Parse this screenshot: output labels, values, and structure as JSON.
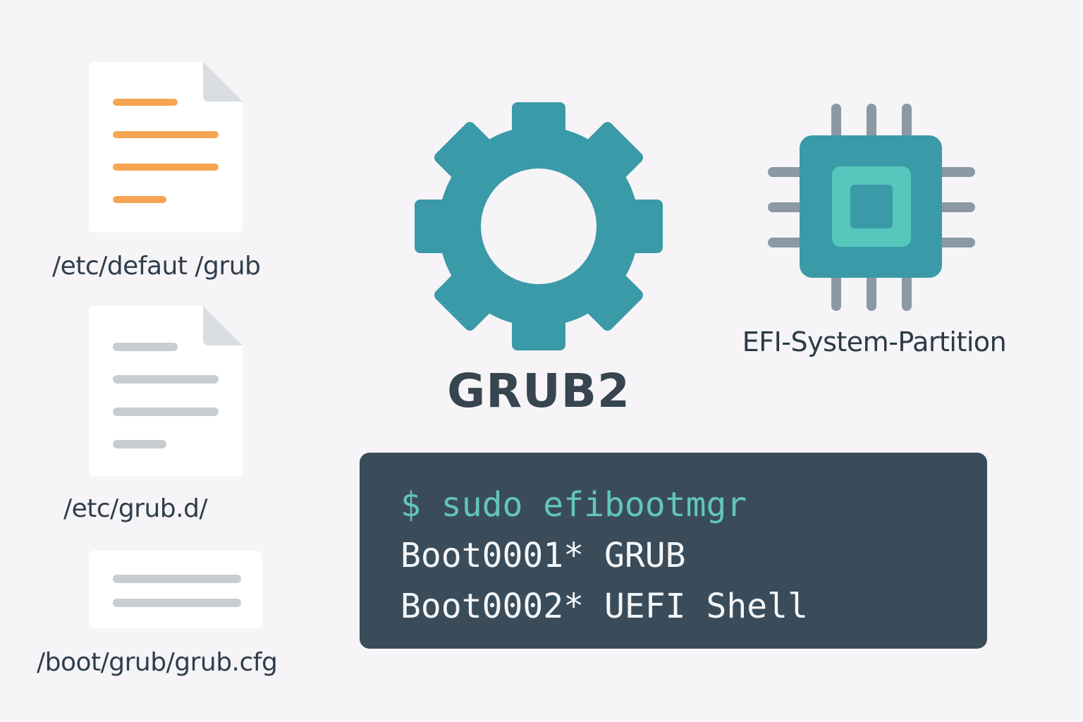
{
  "files": [
    {
      "label": "/etc/defaut /grub",
      "style": "orange-lines"
    },
    {
      "label": "/etc/grub.d/",
      "style": "gray-lines"
    },
    {
      "label": "/boot/grub/grub.cfg",
      "style": "short-card"
    }
  ],
  "center": {
    "icon": "gear-icon",
    "title": "GRUB2"
  },
  "efi": {
    "icon": "chip-icon",
    "label": "EFI-System-Partition"
  },
  "terminal": {
    "prompt_line": "$ sudo efibootmgr",
    "output_lines": [
      "Boot0001* GRUB",
      "Boot0002* UEFI Shell"
    ]
  },
  "colors": {
    "background": "#f6f4f7",
    "teal": "#3a9aa8",
    "teal_light": "#55c7bc",
    "orange": "#f6a553",
    "terminal_bg": "#3a4c5a",
    "terminal_cmd": "#62c6b8",
    "text_dark": "#2f3e4c"
  }
}
